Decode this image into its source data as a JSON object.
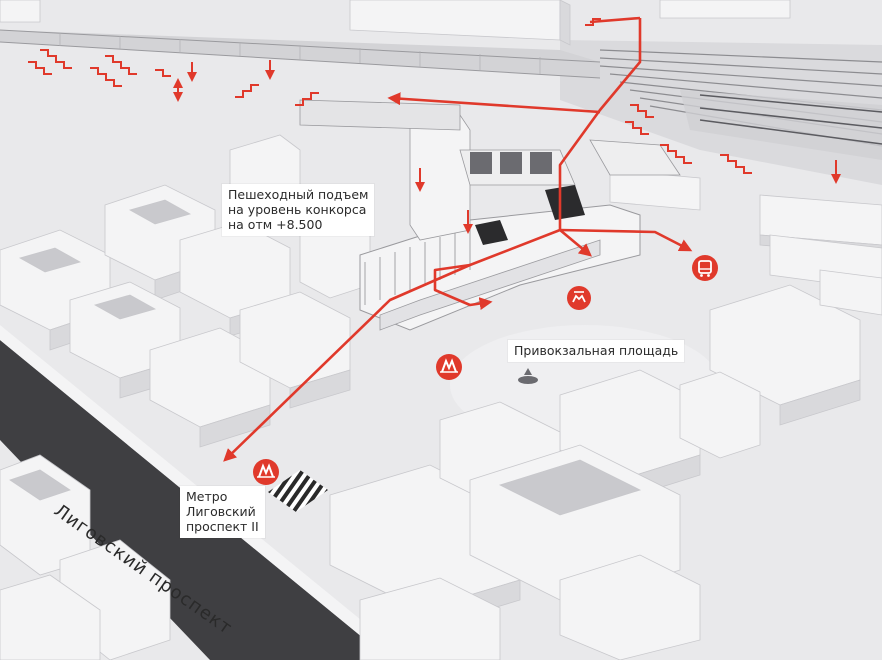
{
  "map": {
    "route_color": "#e0392b",
    "building_color": "#f4f4f5",
    "road_color": "#3f3f42",
    "ground_color": "#e9e9eb"
  },
  "labels": {
    "pedestrian_lift": "Пешеходный подъем\nна уровень конкорса\nна отм +8.500",
    "station_square": "Привокзальная площадь",
    "metro_station": "Метро\nЛиговский\nпроспект II",
    "street_name": "Лиговский проспект"
  },
  "icons": [
    "metro-icon",
    "metro-icon",
    "tram-icon",
    "bus-icon",
    "location-pin-icon"
  ]
}
